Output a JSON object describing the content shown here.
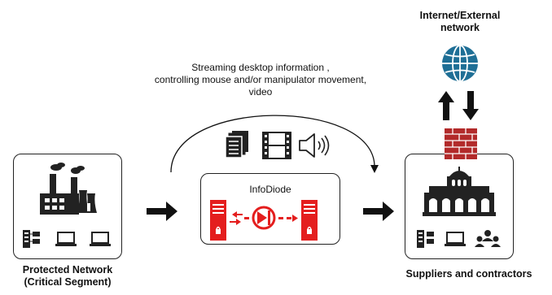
{
  "left_node": {
    "label_line1": "Protected Network",
    "label_line2": "(Critical Segment)",
    "icon": "factory-icon"
  },
  "center_node": {
    "title": "InfoDiode",
    "icon": "data-diode-icon",
    "accent": "#e41e1e"
  },
  "right_node": {
    "label": "Suppliers and contractors",
    "icon": "building-icon"
  },
  "internet": {
    "label_line1": "Internet/External",
    "label_line2": "network",
    "icon": "globe-icon"
  },
  "stream_text": {
    "line1": "Streaming desktop information ,",
    "line2": "controlling mouse and/or manipulator movement,",
    "line3": "video"
  },
  "colors": {
    "globe": "#1f6f96",
    "firewall": "#b22a2a",
    "diode": "#e41e1e"
  }
}
